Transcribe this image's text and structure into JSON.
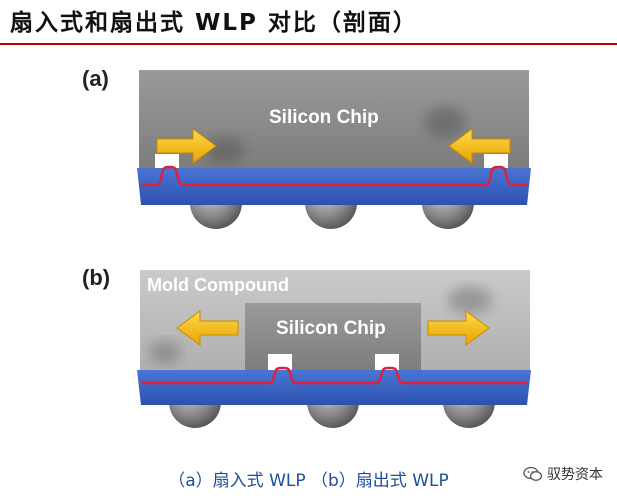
{
  "header": {
    "title": "扇入式和扇出式 WLP 对比（剖面）"
  },
  "panel_a": {
    "label": "(a)",
    "chip_label": "Silicon Chip"
  },
  "panel_b": {
    "label": "(b)",
    "mold_label": "Mold Compound",
    "chip_label": "Silicon Chip"
  },
  "caption": "（a）扇入式 WLP （b）扇出式 WLP",
  "watermark": {
    "text": "驭势资本",
    "icon": "wechat-icon"
  },
  "colors": {
    "title_rule": "#c00000",
    "substrate": "#3a63c8",
    "trace": "#e0203a",
    "arrow": "#f5b800",
    "chip": "#8a8a8a",
    "mold": "#bcbcbc",
    "caption": "#1f4e9a"
  }
}
